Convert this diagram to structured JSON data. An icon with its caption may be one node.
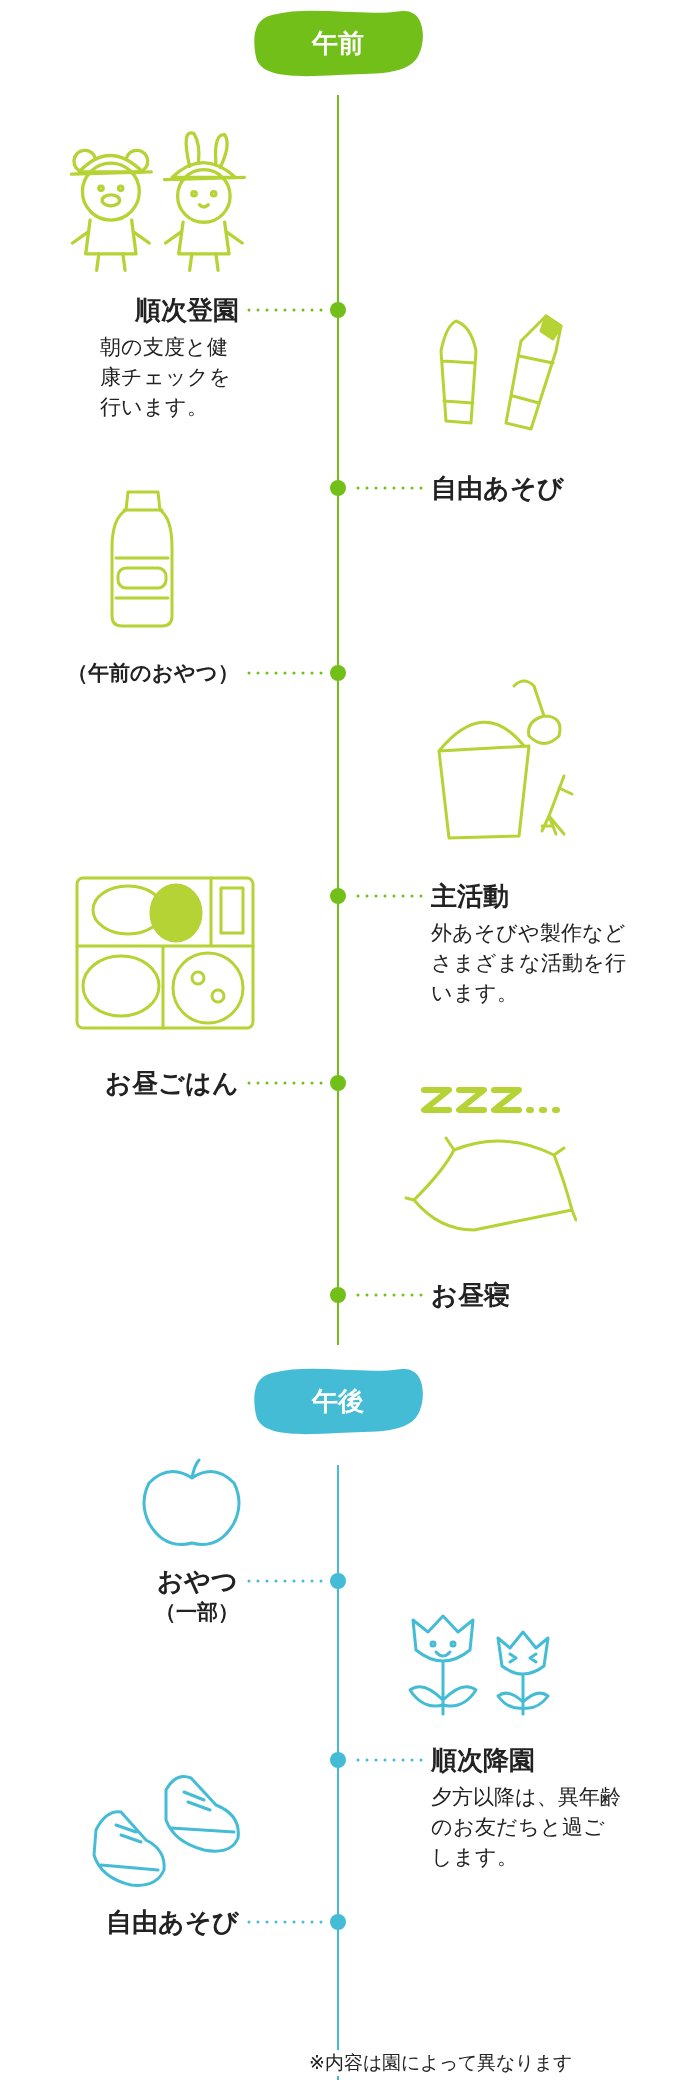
{
  "diagram": {
    "nodes": [
      {
        "text": [
          "午前"
        ]
      },
      {
        "text": [
          "順次登園",
          "朝の支度と健康チェックを行います。"
        ]
      },
      {
        "text": [],
        "shape": "circle"
      },
      {
        "text": [
          "自由あそび"
        ]
      },
      {
        "text": [],
        "shape": "circle"
      },
      {
        "text": [
          "（午前のおやつ）"
        ]
      },
      {
        "text": [],
        "shape": "circle"
      },
      {
        "text": [
          "主活動",
          "外あそびや製作などさまざまな活動を行います。"
        ]
      },
      {
        "text": [],
        "shape": "circle"
      },
      {
        "text": [
          "お昼ごはん"
        ]
      },
      {
        "text": [],
        "shape": "circle"
      },
      {
        "text": [
          "お昼寝"
        ]
      },
      {
        "text": [],
        "shape": "circle"
      },
      {
        "text": [
          "午後"
        ]
      },
      {
        "text": [
          "おやつ",
          "（一部）"
        ]
      },
      {
        "text": [],
        "shape": "circle"
      },
      {
        "text": [
          "順次降園",
          "夕方以降は、異年齢のお友だちと過ごします。"
        ]
      },
      {
        "text": [],
        "shape": "circle"
      },
      {
        "text": [
          "自由あそび"
        ]
      },
      {
        "text": [],
        "shape": "circle"
      }
    ],
    "edges": [
      {
        "from": 1,
        "to": 2,
        "arrow": "none"
      },
      {
        "from": 3,
        "to": 4,
        "arrow": "none"
      },
      {
        "from": 5,
        "to": 6,
        "arrow": "none"
      },
      {
        "from": 7,
        "to": 8,
        "arrow": "none"
      },
      {
        "from": 9,
        "to": 10,
        "arrow": "none"
      },
      {
        "from": 11,
        "to": 12,
        "arrow": "none"
      },
      {
        "from": 14,
        "to": 15,
        "arrow": "none",
        "color": "#45bcd6"
      },
      {
        "from": 16,
        "to": 17,
        "arrow": "none",
        "color": "#45bcd6"
      },
      {
        "from": 18,
        "to": 19,
        "arrow": "none",
        "color": "#45bcd6"
      }
    ],
    "labels": [
      "※内容は園によって異なります"
    ]
  }
}
